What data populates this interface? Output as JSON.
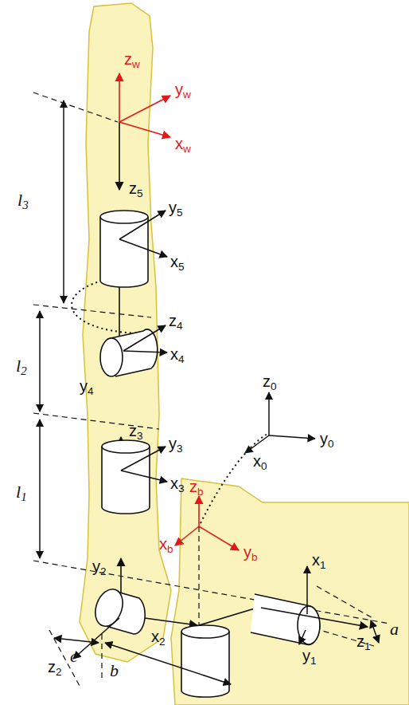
{
  "diagram": {
    "labels": [
      "zw",
      "yw",
      "xw",
      "l3",
      "z5",
      "y5",
      "x5",
      "z4",
      "x4",
      "l2",
      "y4",
      "z3",
      "y3",
      "x3",
      "l1",
      "z0",
      "y0",
      "x0",
      "zb",
      "xb",
      "yb",
      "x1",
      "y2",
      "x2",
      "z2",
      "z1",
      "y1",
      "a",
      "c",
      "b"
    ]
  }
}
